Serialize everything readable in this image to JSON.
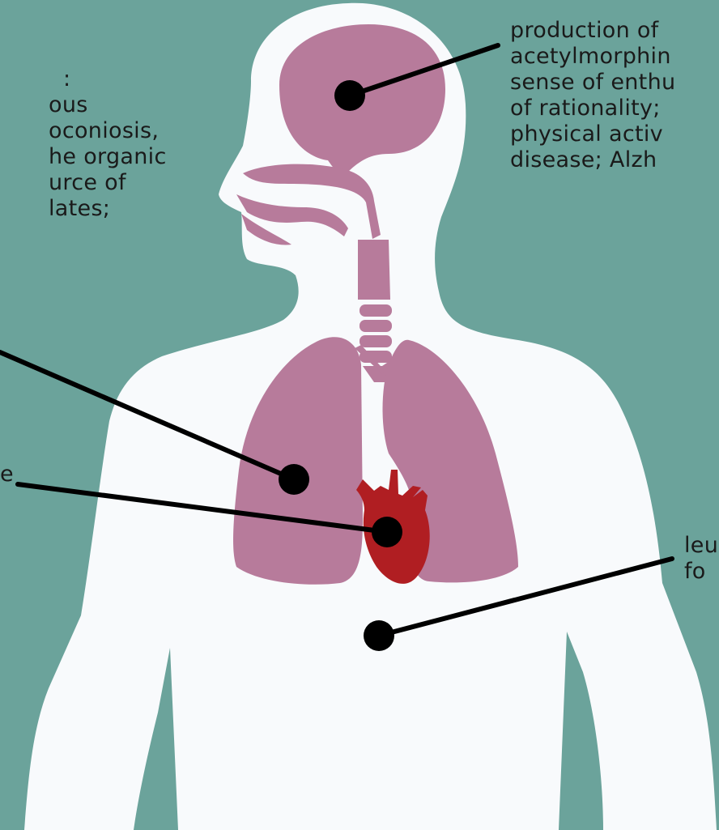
{
  "colors": {
    "background": "#6ba39b",
    "body": "#f8fafc",
    "organs": "#b77b9b",
    "heart": "#b01e22",
    "pointer": "#000000",
    "text": "#1a1a1a"
  },
  "labels": {
    "brain": {
      "lines": [
        "production of",
        "acetylmorphin",
        "sense of enthu",
        "of rationality;",
        "physical activ",
        "disease; Alzh"
      ]
    },
    "lungs": {
      "lines": [
        ":",
        "ous",
        "oconiosis,",
        "he organic",
        "urce of",
        "lates;"
      ]
    },
    "heart": {
      "lines": [
        "e"
      ]
    },
    "blood": {
      "lines": [
        "leu",
        "fo"
      ]
    }
  }
}
